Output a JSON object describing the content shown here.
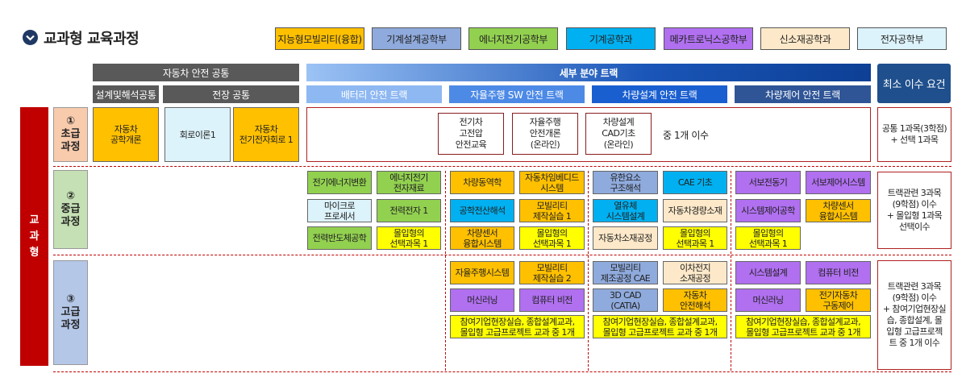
{
  "page_title": "교과형 교육과정",
  "legend": [
    {
      "label": "지능형모빌리티(융합)",
      "color": "#ffc000"
    },
    {
      "label": "기계설계공학부",
      "color": "#8faadc"
    },
    {
      "label": "에너지전기공학부",
      "color": "#92d050"
    },
    {
      "label": "기계공학과",
      "color": "#00b0f0"
    },
    {
      "label": "메카트로닉스공학부",
      "color": "#b070f0"
    },
    {
      "label": "신소재공학과",
      "color": "#fde9c9"
    },
    {
      "label": "전자공학부",
      "color": "#ddf3fb"
    }
  ],
  "headers": {
    "common": "자동차 안전 공통",
    "common_sub1": "설계및해석공통",
    "common_sub2": "전장 공통",
    "detail": "세부 분야 트랙",
    "tracks": [
      "배터리 안전 트랙",
      "자율주행 SW 안전 트랙",
      "차량설계 안전 트랙",
      "차량제어 안전 트랙"
    ],
    "requirement": "최소 이수 요건"
  },
  "side_label": "교\n과\n형",
  "levels": [
    {
      "label": "①\n초급\n과정"
    },
    {
      "label": "②\n중급\n과정"
    },
    {
      "label": "③\n고급\n과정"
    }
  ],
  "beginner": {
    "common": [
      "자동차\n공학개론",
      "회로이론1",
      "자동차\n전기전자회로 1"
    ],
    "electives": [
      "전기차\n고전압\n안전교육",
      "자율주행\n안전개론\n(온라인)",
      "차량설계\nCAD기초\n(온라인)"
    ],
    "note": "중 1개 이수"
  },
  "intermediate": {
    "battery": [
      "전기에너지변환",
      "에너지전기\n전자재료",
      "마이크로\n프로세서",
      "전력전자 1",
      "전력반도체공학",
      "몰입형의\n선택과목 1"
    ],
    "sw": [
      "차량동역학",
      "자동차임베디드\n시스템",
      "공학전산해석",
      "모빌리티\n제작실습 1",
      "차량센서\n융합시스템",
      "몰입형의\n선택과목 1"
    ],
    "design": [
      "유한요소\n구조해석",
      "CAE 기초",
      "열유체\n시스템설계",
      "자동차경량소재",
      "자동차소재공정",
      "몰입형의\n선택과목 1"
    ],
    "control": [
      "서보전동기",
      "서보제어시스템",
      "시스템제어공학",
      "차량센서\n융합시스템",
      "몰입형의\n선택과목 1"
    ]
  },
  "advanced": {
    "sw": [
      "자율주행시스템",
      "모빌리티\n제작실습 2",
      "머신러닝",
      "컴퓨터 비전",
      "참여기업현장실습, 종합설계교과,\n몰입형 고급프로젝트 교과 중 1개"
    ],
    "design": [
      "모빌리티\n제조공정 CAE",
      "이차전지\n소재공정",
      "3D CAD\n(CATIA)",
      "자동차\n안전해석",
      "참여기업현장실습, 종합설계교과,\n몰입형 고급프로젝트 교과 중 1개"
    ],
    "control": [
      "시스템설계",
      "컴퓨터 비전",
      "머신러닝",
      "전기자동차\n구동제어",
      "참여기업현장실습, 종합설계교과,\n몰입형 고급프로젝트 교과 중 1개"
    ]
  },
  "requirements": [
    "공통 1과목(3학점)\n+ 선택 1과목",
    "트랙관련 3과목\n(9학점) 이수\n+ 몰입형 1과목\n선택이수",
    "트랙관련 3과목\n(9학점) 이수\n+ 참여기업현장실\n습, 종합설계, 몰\n입형 고급프로젝\n트 중 1개 이수"
  ]
}
